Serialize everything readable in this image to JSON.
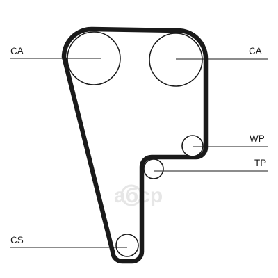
{
  "labels": {
    "cam_left": "CA",
    "cam_right": "CA",
    "water_pump": "WP",
    "tensioner": "TP",
    "crankshaft": "CS"
  },
  "watermark": {
    "text": "aбcp"
  },
  "colors": {
    "line": "#1a1a1a",
    "background": "#ffffff",
    "watermark": "#e6e6e6"
  }
}
